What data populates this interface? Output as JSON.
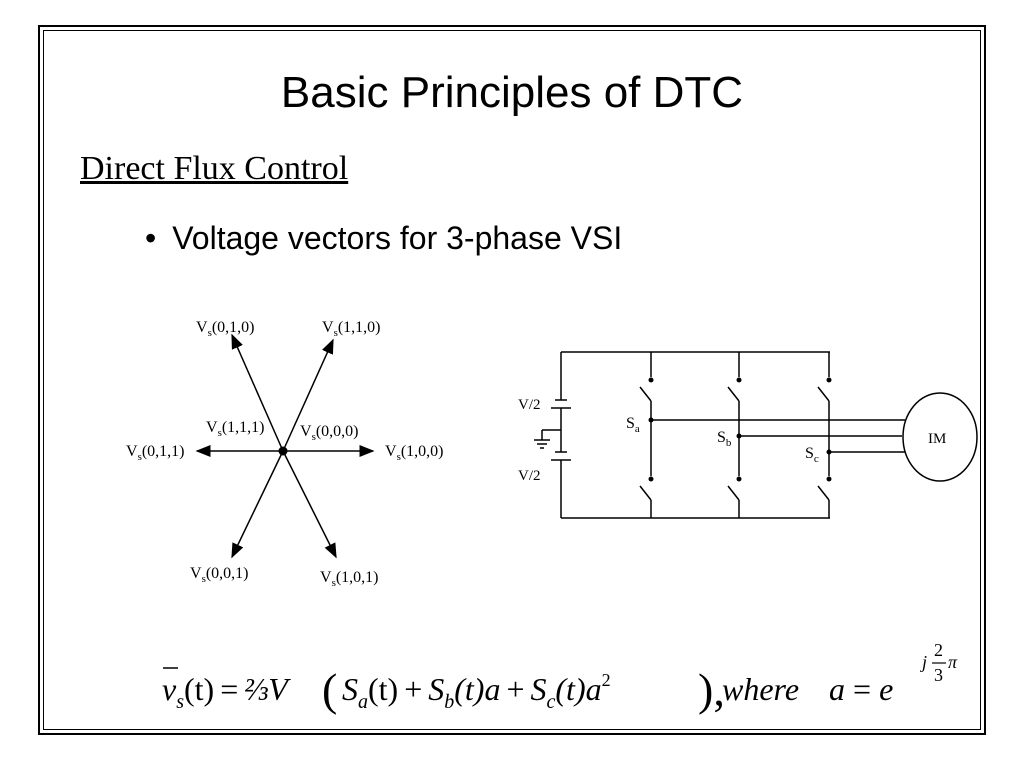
{
  "slide": {
    "title": "Basic Principles of DTC",
    "subtitle": "Direct Flux Control",
    "bullet": "Voltage vectors for 3-phase VSI"
  },
  "vector_diagram": {
    "v_010": "(0,1,0)",
    "v_110": "(1,1,0)",
    "v_011": "(0,1,1)",
    "v_100": "(1,0,0)",
    "v_111": "(1,1,1)",
    "v_000": "(0,0,0)",
    "v_001": "(0,0,1)",
    "v_101": "(1,0,1)",
    "v": "V",
    "s": "s"
  },
  "circuit": {
    "vhalf_top": "V/2",
    "vhalf_bottom": "V/2",
    "sa": "S",
    "sa_sub": "a",
    "sb": "S",
    "sb_sub": "b",
    "sc": "S",
    "sc_sub": "c",
    "motor": "IM"
  },
  "formula": {
    "lhs": "v",
    "lhs_sub": "s",
    "t": "(t)",
    "eq": "=",
    "coef": "⅔V",
    "sa": "S",
    "sa_sub": "a",
    "plus1": "+",
    "sb": "S",
    "sb_sub": "b",
    "ta": "(t)a",
    "plus2": "+",
    "sc": "S",
    "sc_sub": "c",
    "ta2": "(t)a",
    "sq": "2",
    "where": "where",
    "a": "a",
    "e": "e",
    "exp_j": "j",
    "exp_num": "2",
    "exp_den": "3",
    "exp_pi": "π"
  }
}
